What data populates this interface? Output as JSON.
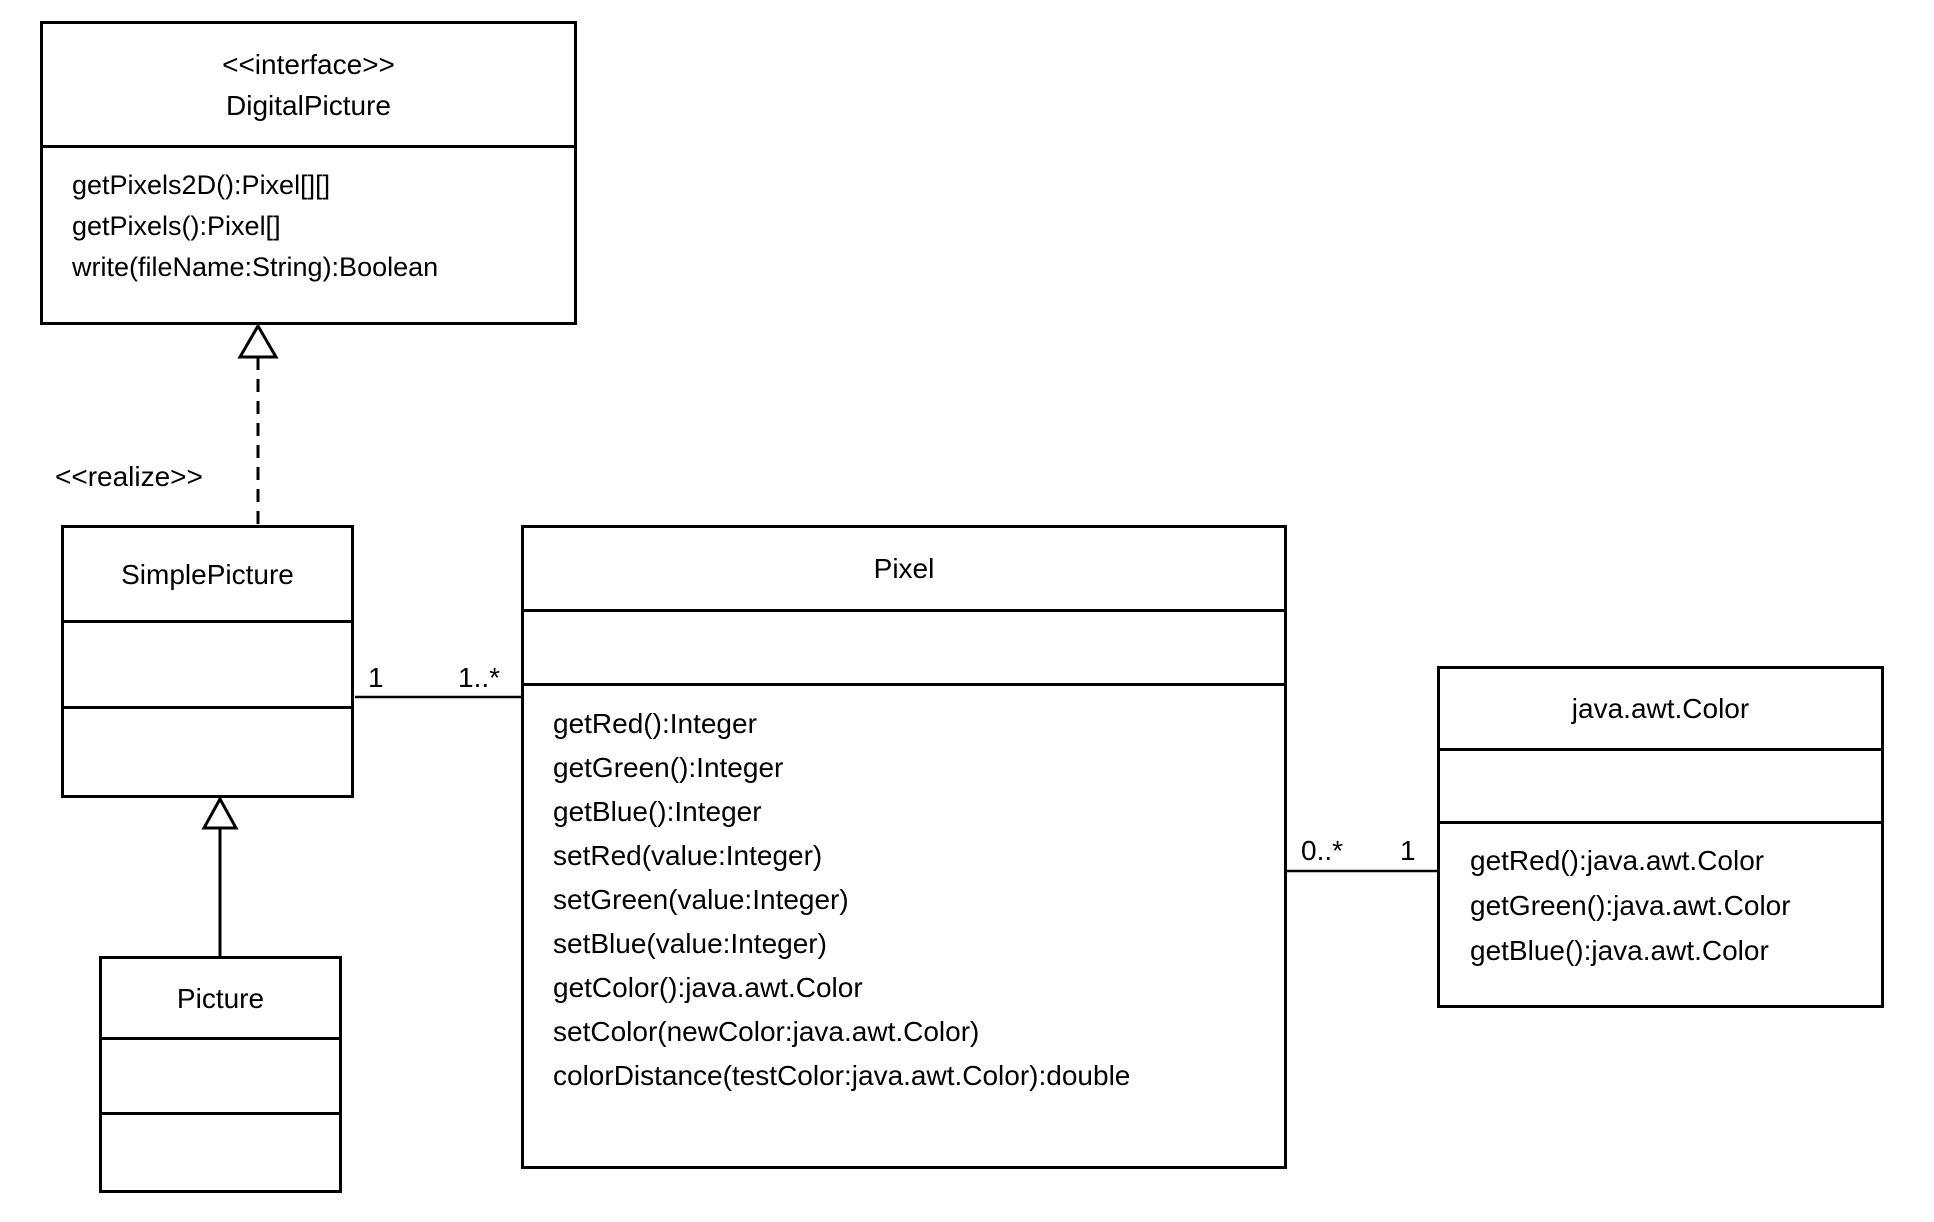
{
  "diagram": {
    "classes": {
      "digitalpicture": {
        "stereotype": "<<interface>>",
        "name": "DigitalPicture",
        "methods": [
          "getPixels2D():Pixel[][]",
          "getPixels():Pixel[]",
          "write(fileName:String):Boolean"
        ]
      },
      "simplepicture": {
        "name": "SimplePicture"
      },
      "picture": {
        "name": "Picture"
      },
      "pixel": {
        "name": "Pixel",
        "methods": [
          "getRed():Integer",
          "getGreen():Integer",
          "getBlue():Integer",
          "setRed(value:Integer)",
          "setGreen(value:Integer)",
          "setBlue(value:Integer)",
          "getColor():java.awt.Color",
          "setColor(newColor:java.awt.Color)",
          "colorDistance(testColor:java.awt.Color):double"
        ]
      },
      "color": {
        "name": "java.awt.Color",
        "methods": [
          "getRed():java.awt.Color",
          "getGreen():java.awt.Color",
          "getBlue():java.awt.Color"
        ]
      }
    },
    "relationships": {
      "realize_label": "<<realize>>",
      "simplepicture_pixel": {
        "source_multiplicity": "1",
        "target_multiplicity": "1..*"
      },
      "pixel_color": {
        "source_multiplicity": "0..*",
        "target_multiplicity": "1"
      }
    },
    "colors": {
      "line": "#000000",
      "background": "#ffffff"
    }
  }
}
